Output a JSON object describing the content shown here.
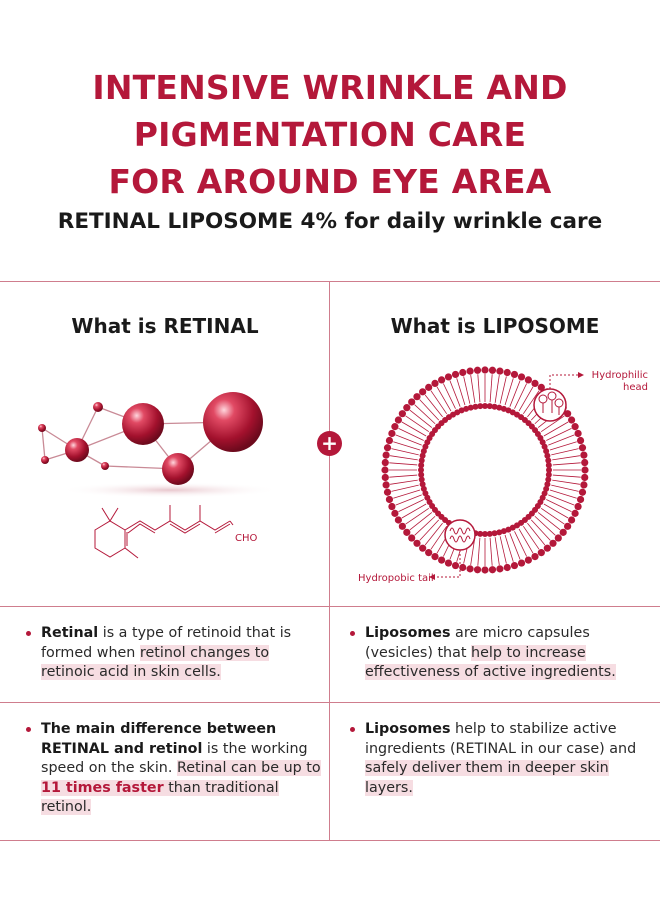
{
  "header": {
    "title_lines": [
      "INTENSIVE WRINKLE AND",
      "PIGMENTATION CARE",
      "FOR AROUND EYE AREA"
    ],
    "subtitle": "RETINAL LIPOSOME 4% for daily wrinkle care"
  },
  "left": {
    "heading": "What is RETINAL",
    "formula_label": "CHO"
  },
  "right": {
    "heading": "What is LIPOSOME",
    "label_head_line1": "Hydrophilic",
    "label_head_line2": "head",
    "label_tail": "Hydropobic tail"
  },
  "plus_symbol": "+",
  "bullets": {
    "retinal_def": {
      "term": "Retinal",
      "text_a": " is a type of retinoid that is formed when ",
      "highlight": "retinol changes to retinoic acid in skin cells."
    },
    "liposome_def": {
      "term": "Liposomes",
      "text_a": " are micro capsules (vesicles) that ",
      "highlight": "help to increase effectiveness of active ingredients."
    },
    "retinal_diff": {
      "term": "The main difference between RETINAL and retinol",
      "text_a": " is the working speed  on the skin. ",
      "highlight_a": "Retinal can be up to ",
      "emphasis": "11 times faster",
      "highlight_b": " than traditional retinol."
    },
    "liposome_role": {
      "term": "Liposomes",
      "text_a": " help to stabilize active ingredients (RETINAL in our case) and ",
      "highlight": "safely deliver them in deeper skin layers."
    }
  },
  "colors": {
    "accent": "#b4183a",
    "divider": "#cf7d8d",
    "highlight": "#f6dde2"
  }
}
